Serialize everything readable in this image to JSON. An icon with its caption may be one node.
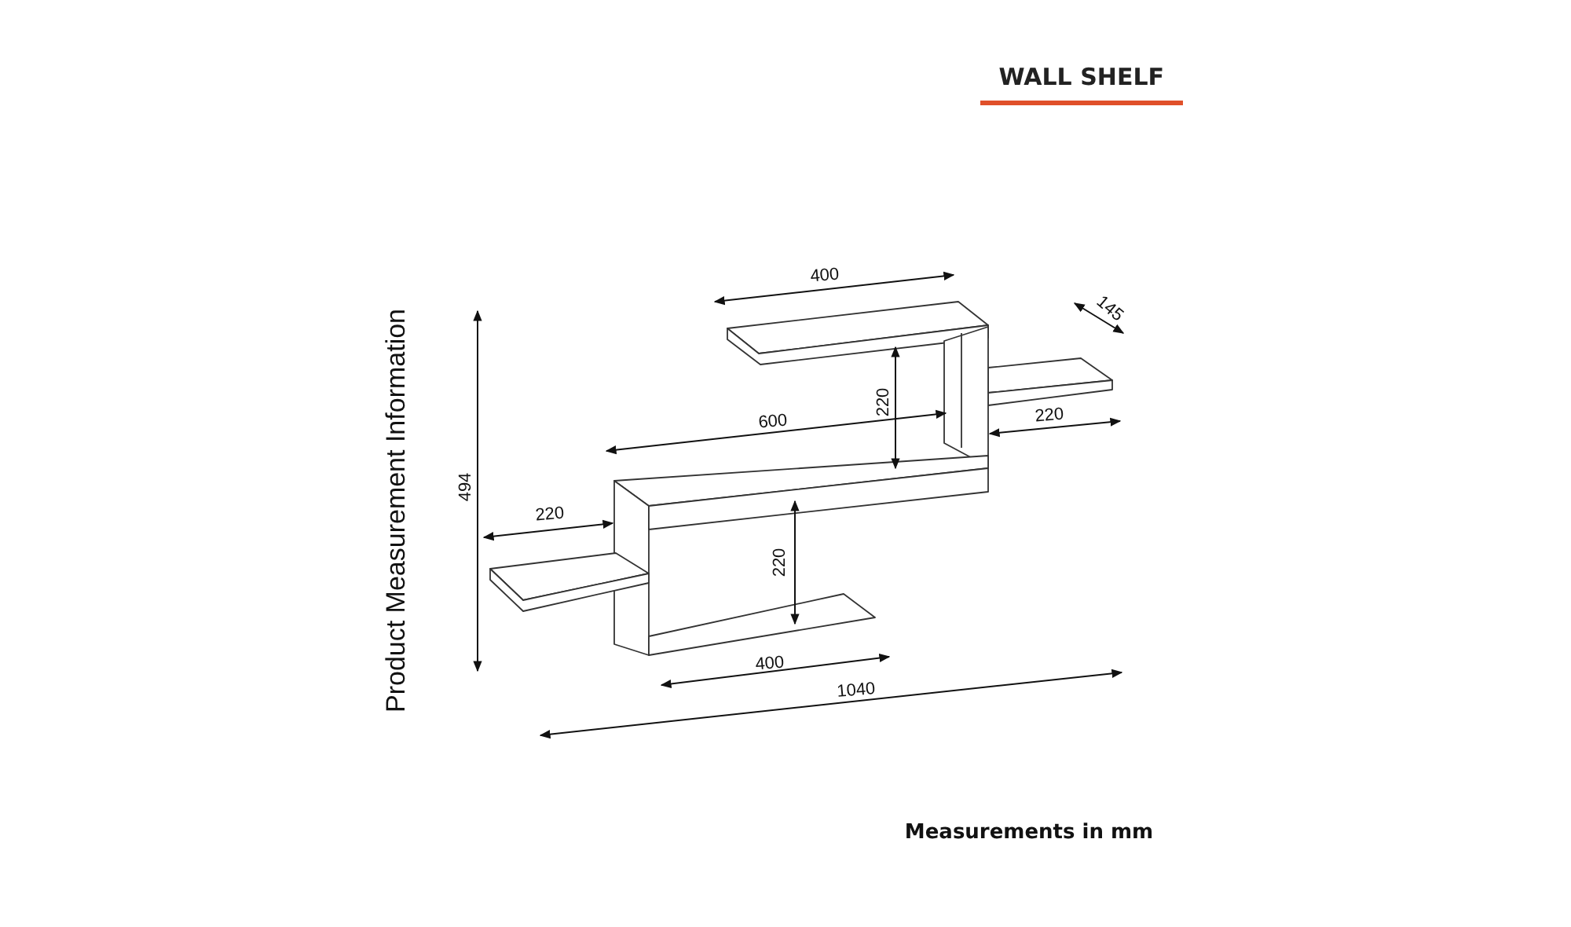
{
  "diagram": {
    "title": "WALL SHELF",
    "labels": [
      "Product Measurement Information",
      "400",
      "145",
      "220",
      "600",
      "220",
      "494",
      "220",
      "220",
      "400",
      "1040",
      "Measurements in mm"
    ]
  }
}
